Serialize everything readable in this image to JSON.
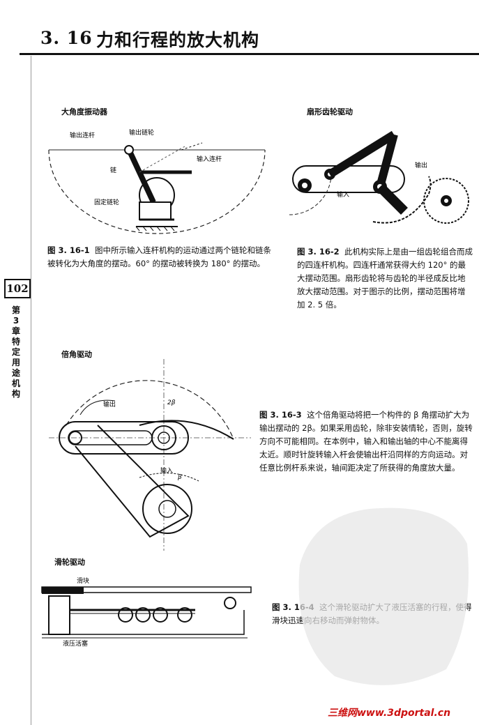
{
  "header": {
    "section_number": "3. 16",
    "section_title": "力和行程的放大机构"
  },
  "side": {
    "page_number": "102",
    "chapter_label": "第3章 特定用途机构"
  },
  "figures": [
    {
      "title": "大角度振动器",
      "labels": {
        "output_link": "输出连杆",
        "output_sprocket": "输出链轮",
        "input_link": "输入连杆",
        "chain": "链",
        "fixed_sprocket": "固定链轮"
      },
      "caption_id": "图 3. 16-1",
      "caption_text": "图中所示输入连杆机构的运动通过两个链轮和链条被转化为大角度的摆动。60° 的摆动被转换为 180° 的摆动。"
    },
    {
      "title": "扇形齿轮驱动",
      "labels": {
        "output": "输出",
        "input": "输入"
      },
      "caption_id": "图 3. 16-2",
      "caption_text": "此机构实际上是由一组齿轮组合而成的四连杆机构。四连杆通常获得大约 120° 的最大摆动范围。扇形齿轮将与齿轮的半径成反比地放大摆动范围。对于图示的比例，摆动范围将增加 2. 5 倍。"
    },
    {
      "title": "倍角驱动",
      "labels": {
        "output": "输出",
        "input": "输入",
        "two_beta": "2β",
        "beta": "β"
      },
      "caption_id": "图 3. 16-3",
      "caption_text": "这个倍角驱动将把一个构件的 β 角摆动扩大为输出摆动的 2β。如果采用齿轮，除非安装情轮，否则，旋转方向不可能相同。在本例中，输入和输出轴的中心不能离得太近。顺时针旋转输入杆会使输出杆沿同样的方向运动。对任意比例杆系来说，轴间距决定了所获得的角度放大量。"
    },
    {
      "title": "滑轮驱动",
      "labels": {
        "slider": "滑块",
        "hydraulic_piston": "液压活塞"
      },
      "caption_id": "图 3. 16-4",
      "caption_text": "这个滑轮驱动扩大了液压活塞的行程，使得滑块迅速向右移动而弹射物体。"
    }
  ],
  "watermark": "三维网www.3dportal.cn"
}
